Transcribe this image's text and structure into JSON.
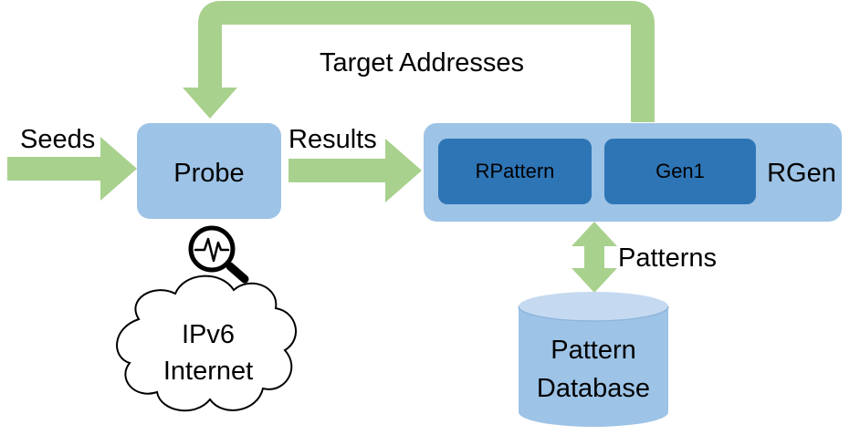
{
  "labels": {
    "seeds": "Seeds",
    "target_addresses": "Target Addresses",
    "results": "Results",
    "patterns": "Patterns"
  },
  "probe": {
    "label": "Probe"
  },
  "rgen": {
    "label": "RGen",
    "modules": [
      {
        "label": "RPattern"
      },
      {
        "label": "Gen1"
      }
    ]
  },
  "internet": {
    "line1": "IPv6",
    "line2": "Internet"
  },
  "database": {
    "line1": "Pattern",
    "line2": "Database"
  },
  "colors": {
    "arrow_green": "#a9d18e",
    "box_light_blue": "#9dc3e6",
    "box_dark_blue": "#2e75b6",
    "cloud_fill": "#ffffff",
    "outline": "#000000"
  },
  "icons": {
    "probe_monitor": "magnifier-pulse-icon"
  }
}
